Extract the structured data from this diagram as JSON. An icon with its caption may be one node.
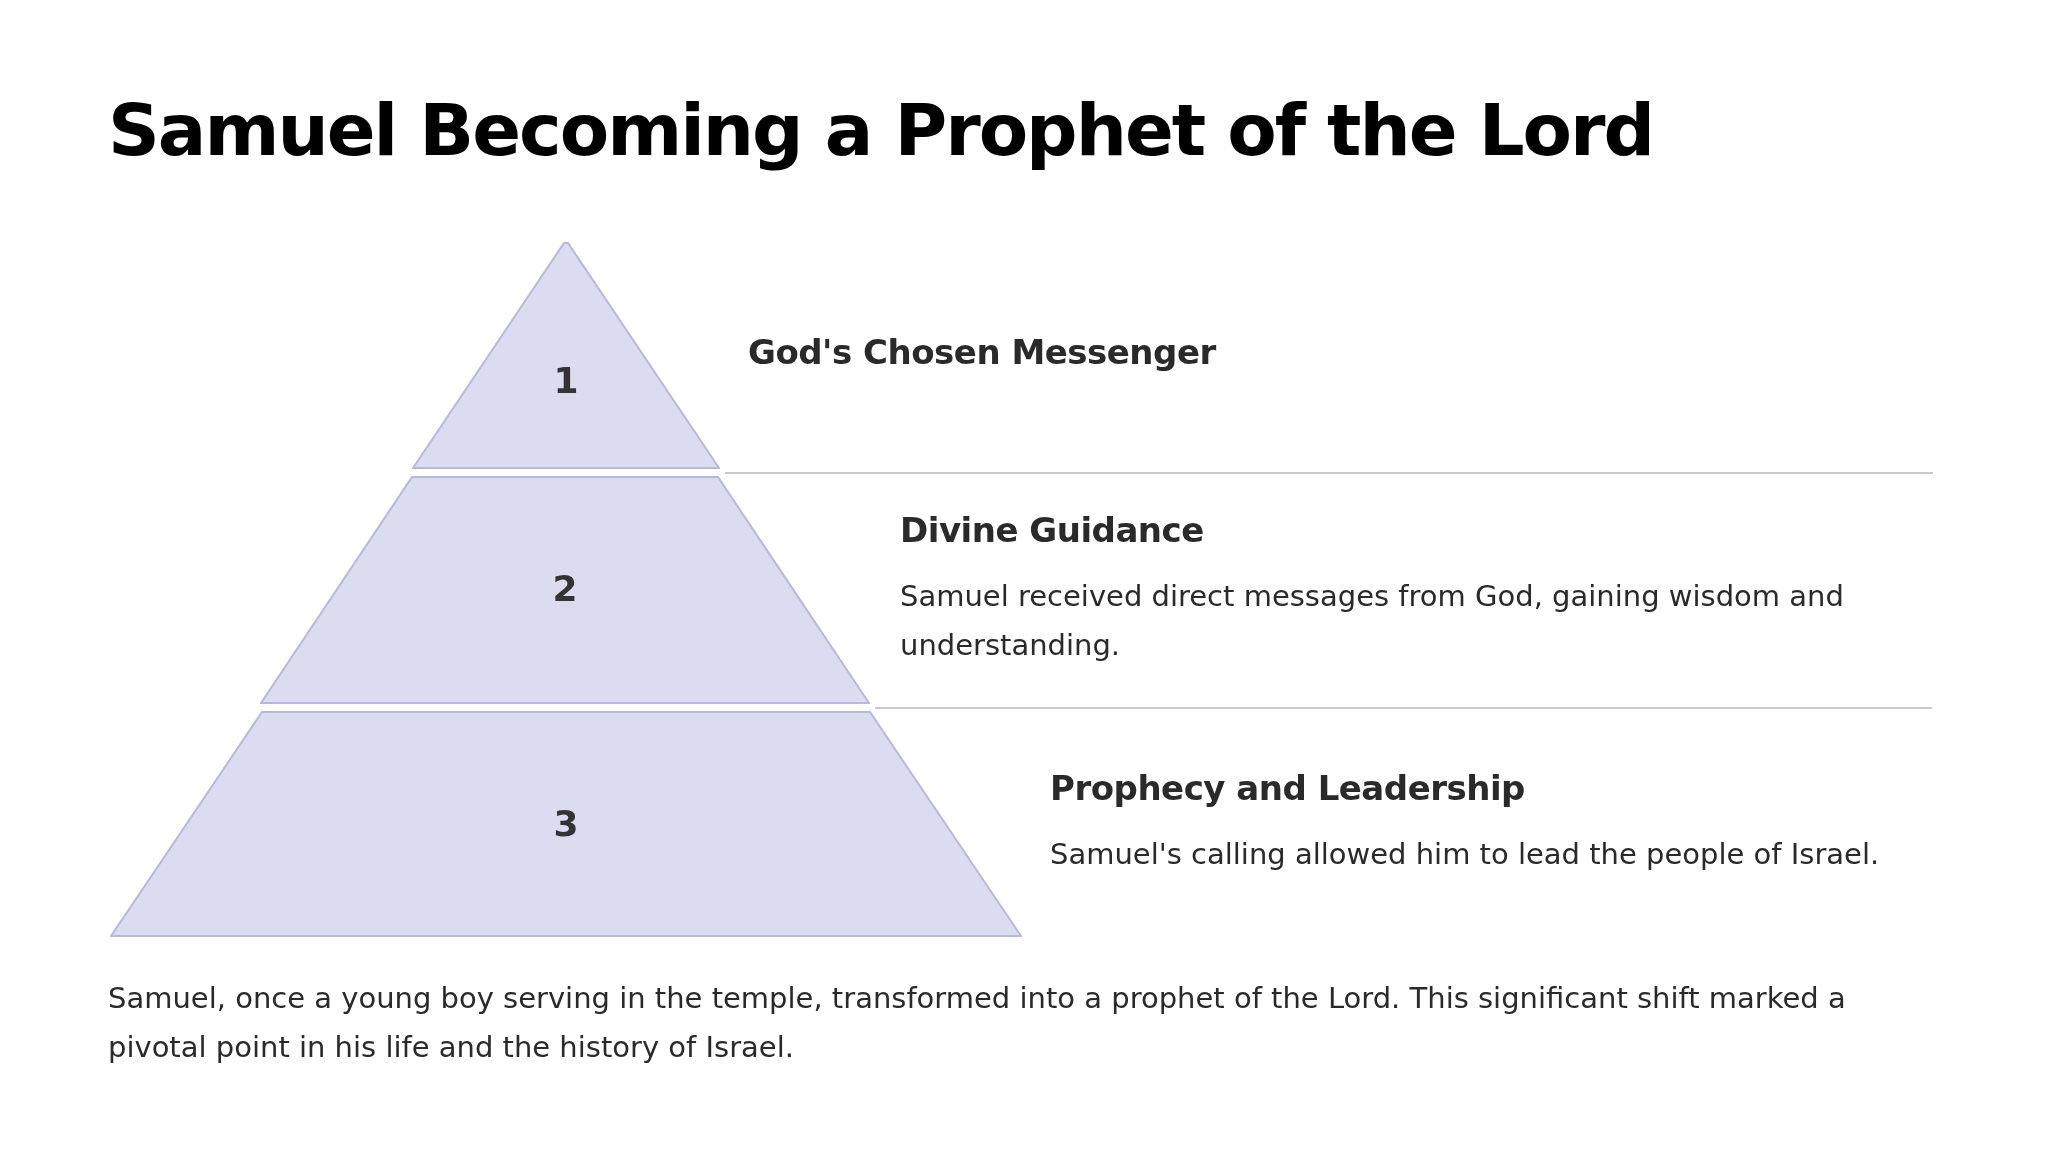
{
  "diagram": {
    "title": "Samuel Becoming a Prophet of the Lord",
    "nodes": [
      {
        "text": [
          "1"
        ],
        "beside": [
          "God's Chosen Messenger"
        ]
      },
      {
        "text": [
          "2"
        ],
        "beside": [
          "Divine Guidance",
          "Samuel received direct messages from God, gaining wisdom and understanding."
        ]
      },
      {
        "text": [
          "3"
        ],
        "beside": [
          "Prophecy and Leadership",
          "Samuel's calling allowed him to lead the people of Israel."
        ]
      }
    ],
    "caption": "Samuel, once a young boy serving in the temple, transformed into a prophet of the Lord. This significant shift marked a pivotal point in his life and the history of Israel."
  }
}
